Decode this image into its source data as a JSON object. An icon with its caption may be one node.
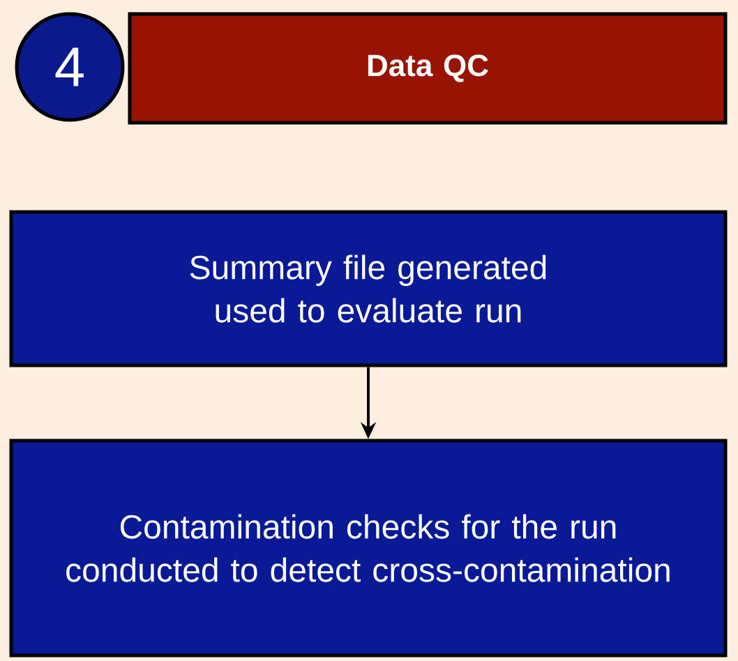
{
  "diagram": {
    "nodes": [
      {
        "text": [
          "4"
        ]
      },
      {
        "text": [
          "Data QC"
        ]
      },
      {
        "text": [
          "Summary file generated used to evaluate run"
        ]
      },
      {
        "text": [
          "Contamination checks for the run conducted to detect cross-contamination"
        ]
      }
    ],
    "edges": [
      {
        "from": 2,
        "to": 3,
        "arrow": "to"
      }
    ]
  }
}
